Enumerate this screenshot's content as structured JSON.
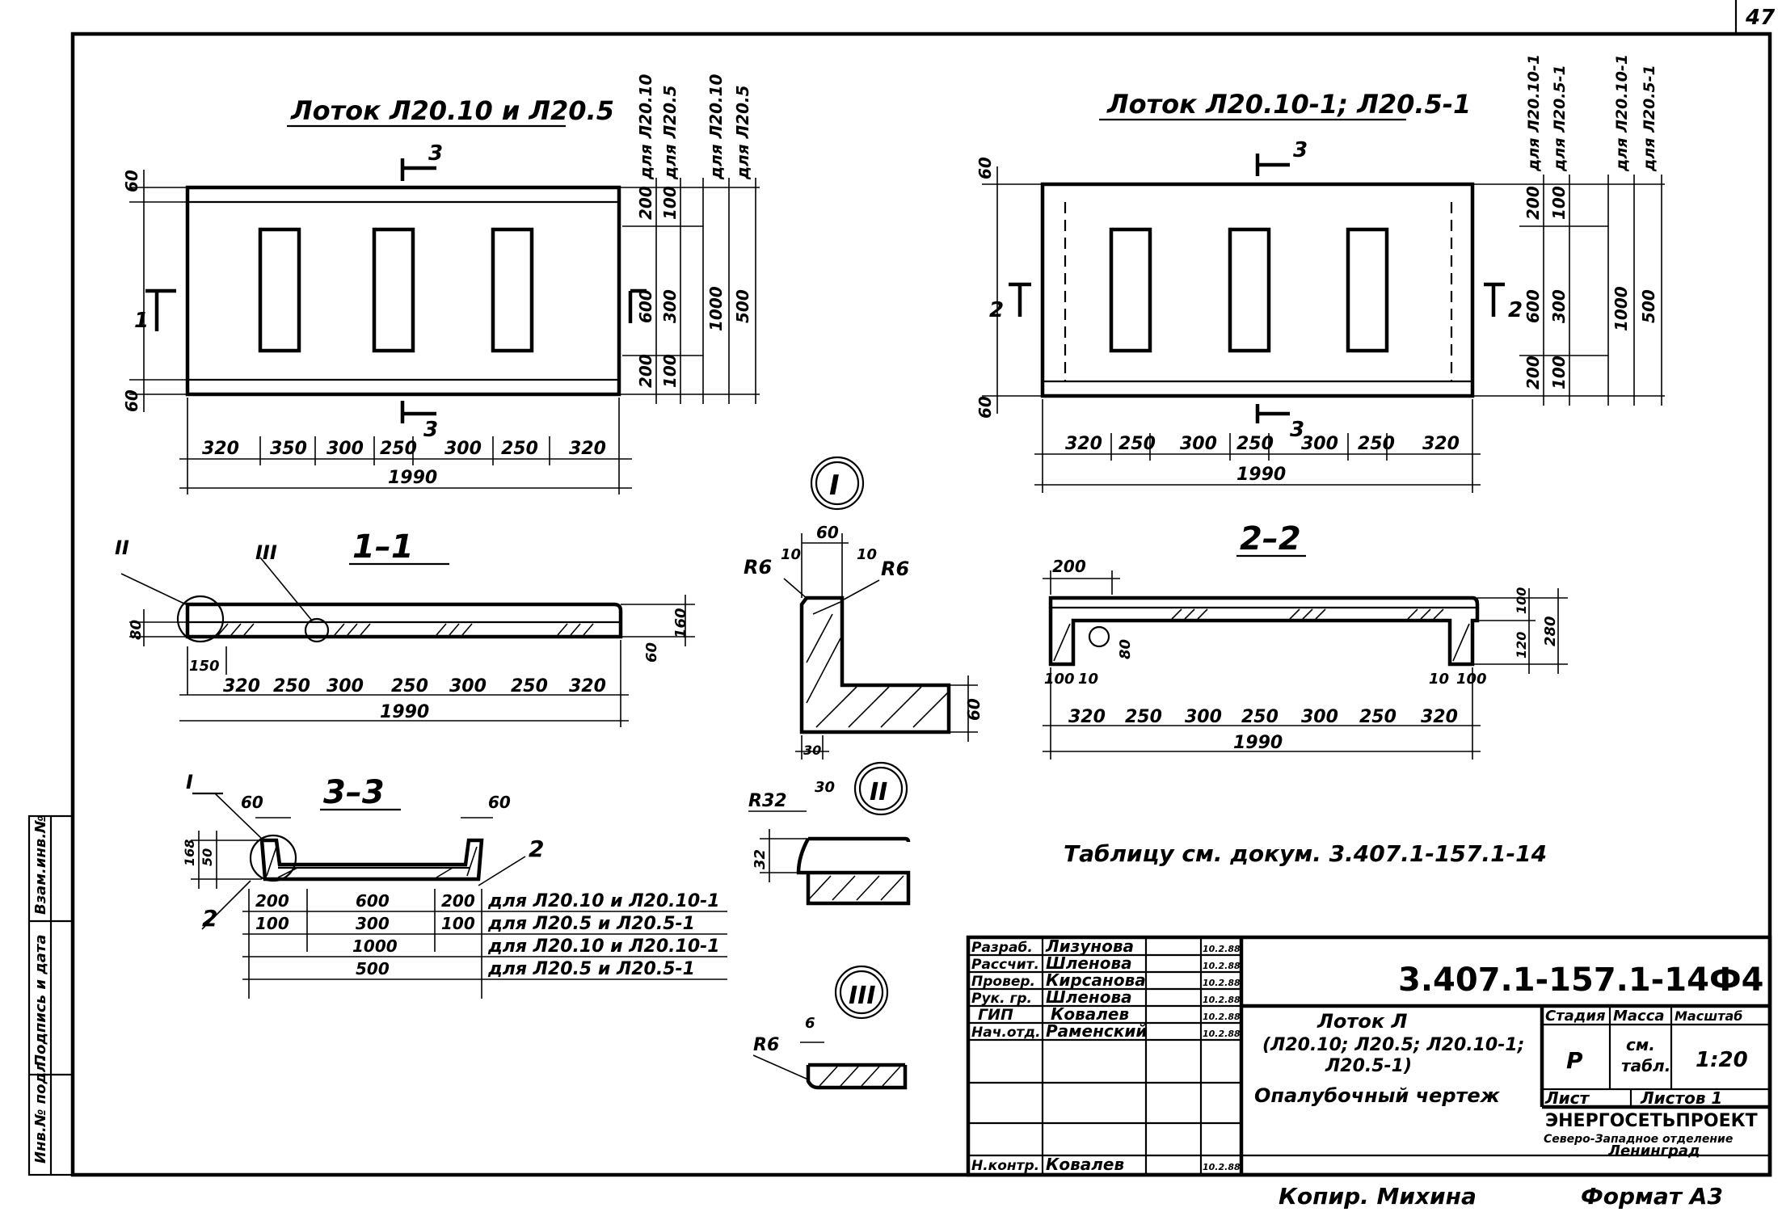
{
  "sheet": {
    "number": "47",
    "copy_note": "Копир. Михина",
    "format": "Формат А3",
    "table_ref": "Таблицу см. докум. 3.407.1-157.1-14"
  },
  "views": {
    "top_left_title": "Лоток Л20.10 и Л20.5",
    "top_right_title": "Лоток Л20.10-1; Л20.5-1",
    "section_1": "1–1",
    "section_2": "2–2",
    "section_3": "3–3",
    "detail_1": "I",
    "detail_2": "II",
    "detail_3": "III",
    "cut_3": "3",
    "cut_1": "1",
    "cut_2": "2"
  },
  "dims": {
    "left_segments": [
      "320",
      "350",
      "300",
      "250",
      "300",
      "250",
      "320"
    ],
    "right_segments": [
      "320",
      "250",
      "300",
      "250",
      "300",
      "250",
      "320"
    ],
    "total": "1990",
    "edge60": "60",
    "v200": "200",
    "v100": "100",
    "v600": "600",
    "v300": "300",
    "v1000": "1000",
    "v500": "500",
    "for_l2010": "для Л20.10",
    "for_l205": "для Л20.5",
    "for_l2010_1": "для Л20.10-1",
    "for_l205_1": "для Л20.5-1",
    "s11_80": "80",
    "s11_150": "150",
    "s11_160": "160",
    "s11_segments": [
      "320",
      "250",
      "300",
      "250",
      "300",
      "250",
      "320"
    ],
    "s22_200": "200",
    "s22_100": "100",
    "s22_280": "280",
    "s22_120": "120",
    "s22_80": "80",
    "s22_10": "10",
    "s22_segments": [
      "320",
      "250",
      "300",
      "250",
      "300",
      "250",
      "320"
    ],
    "d1_60": "60",
    "d1_10": "10",
    "d1_r6": "R6",
    "d1_30": "30",
    "d2_r32": "R32",
    "d2_30": "30",
    "d2_32": "32",
    "d3_r6": "R6",
    "d3_6": "6",
    "s33_top": "60",
    "s33_168": "168",
    "s33_50": "50",
    "s33_rows": [
      {
        "a": "200",
        "b": "600",
        "c": "200",
        "note": "для Л20.10 и Л20.10-1"
      },
      {
        "a": "100",
        "b": "300",
        "c": "100",
        "note": "для Л20.5 и Л20.5-1"
      },
      {
        "a": "",
        "b": "1000",
        "c": "",
        "note": "для Л20.10 и Л20.10-1"
      },
      {
        "a": "",
        "b": "500",
        "c": "",
        "note": "для Л20.5 и Л20.5-1"
      }
    ],
    "pos_I": "I",
    "pos_2": "2"
  },
  "side_stamp": {
    "inv": "Инв.№ подл.",
    "sign": "Подпись и дата",
    "vzam": "Взам.инв.№"
  },
  "title_block": {
    "doc_code": "3.407.1-157.1-14Ф4",
    "people": [
      {
        "role": "Разраб.",
        "name": "Лизунова",
        "date": "10.2.88"
      },
      {
        "role": "Рассчит.",
        "name": "Шленова",
        "date": "10.2.88"
      },
      {
        "role": "Провер.",
        "name": "Кирсанова",
        "date": "10.2.88"
      },
      {
        "role": "Рук. гр.",
        "name": "Шленова",
        "date": "10.2.88"
      },
      {
        "role": "ГИП",
        "name": "Ковалев",
        "date": "10.2.88"
      },
      {
        "role": "Нач.отд.",
        "name": "Раменский",
        "date": "10.2.88"
      },
      {
        "role": "Н.контр.",
        "name": "Ковалев",
        "date": "10.2.88"
      }
    ],
    "name_line1": "Лоток Л",
    "name_line2": "(Л20.10; Л20.5; Л20.10-1;",
    "name_line3": "Л20.5-1)",
    "name_line4": "Опалубочный чертеж",
    "stage_h": "Стадия",
    "mass_h": "Масса",
    "scale_h": "Масштаб",
    "stage": "Р",
    "mass1": "см.",
    "mass2": "табл.",
    "scale": "1:20",
    "sheet_h": "Лист",
    "sheets_h": "Листов 1",
    "org1": "ЭНЕРГОСЕТЬПРОЕКТ",
    "org2": "Северо-Западное отделение",
    "org3": "Ленинград"
  }
}
